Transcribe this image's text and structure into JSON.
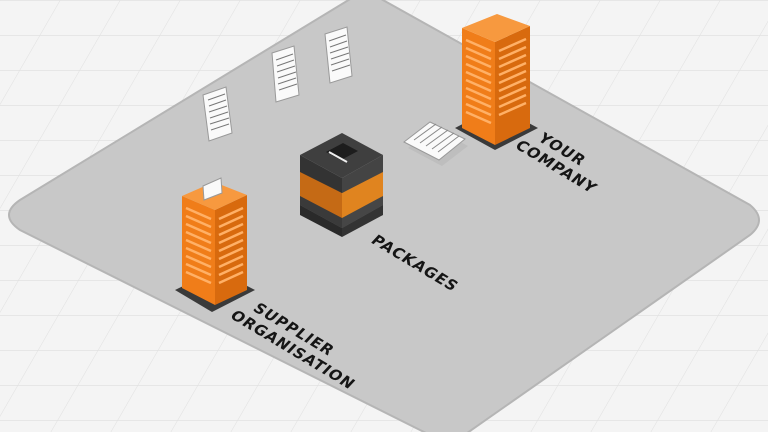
{
  "labels": {
    "your_company": [
      "YOUR",
      "COMPANY"
    ],
    "packages": "PACKAGES",
    "supplier": [
      "SUPPLIER",
      "ORGANISATION"
    ]
  },
  "colors": {
    "background": "#f4f4f4",
    "grid": "#e2e2e2",
    "platform": "#c8c8c8",
    "orange": "#f07d19",
    "orange_dark": "#d86a0e",
    "box_dark": "#3a3a3a"
  }
}
